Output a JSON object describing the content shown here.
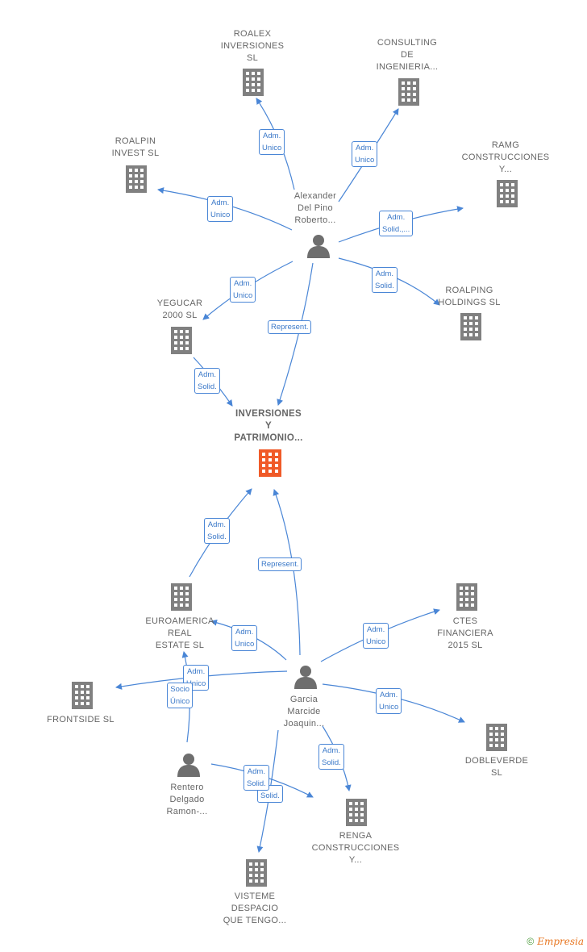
{
  "nodes": {
    "roalex": "ROALEX\nINVERSIONES\nSL",
    "consulting": "CONSULTING\nDE\nINGENIERIA...",
    "roalpin": "ROALPIN\nINVEST SL",
    "ramg": "RAMG\nCONSTRUCCIONES\nY...",
    "alexander": "Alexander\nDel Pino\nRoberto...",
    "yegucar": "YEGUCAR\n2000  SL",
    "roalping": "ROALPING\nHOLDINGS  SL",
    "inversiones": "INVERSIONES\nY\nPATRIMONIO...",
    "euroamerica": "EUROAMERICA\nREAL\nESTATE  SL",
    "ctes": "CTES\nFINANCIERA\n2015  SL",
    "frontside": "FRONTSIDE  SL",
    "garcia": "Garcia\nMarcide\nJoaquin...",
    "dobleverde": "DOBLEVERDE\nSL",
    "rentero": "Rentero\nDelgado\nRamon-...",
    "renga": "RENGA\nCONSTRUCCIONES\nY...",
    "visteme": "VISTEME\nDESPACIO\nQUE TENGO..."
  },
  "edges": {
    "e_roalex": "Adm.\nUnico",
    "e_consulting": "Adm.\nUnico",
    "e_roalpin": "Adm.\nUnico",
    "e_ramg": "Adm.\nSolid.,...",
    "e_yegucar": "Adm.\nUnico",
    "e_roalping": "Adm.\nSolid.",
    "e_represent1": "Represent.",
    "e_yeg_inv": "Adm.\nSolid.",
    "e_euro_inv": "Adm.\nSolid.",
    "e_represent2": "Represent.",
    "e_euro": "Adm.\nUnico",
    "e_ctes": "Adm.\nUnico",
    "e_frontside": "Adm.\nUnico",
    "e_socio": "Socio\nÚnico",
    "e_dobleverde": "Adm.\nUnico",
    "e_renga": "Adm.\nSolid.",
    "e_visteme1": "Adm.\nSolid.",
    "e_visteme2": "Solid."
  },
  "footer": {
    "copyright": "©",
    "brand": "Empresia"
  },
  "colors": {
    "edge": "#4a86d6",
    "building": "#808080",
    "main_building": "#f05a28",
    "person": "#6e6e6e"
  }
}
